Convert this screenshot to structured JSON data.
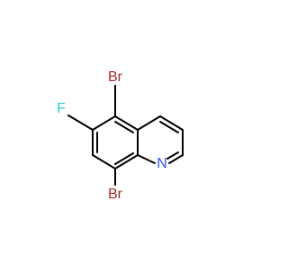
{
  "molecule": {
    "atoms": [
      {
        "id": "Br5",
        "label": "Br",
        "color": "#a62929"
      },
      {
        "id": "F6",
        "label": "F",
        "color": "#33cccc"
      },
      {
        "id": "Br8",
        "label": "Br",
        "color": "#a62929"
      },
      {
        "id": "N1",
        "label": "N",
        "color": "#3050f8"
      }
    ],
    "bond_color": "#000000"
  }
}
